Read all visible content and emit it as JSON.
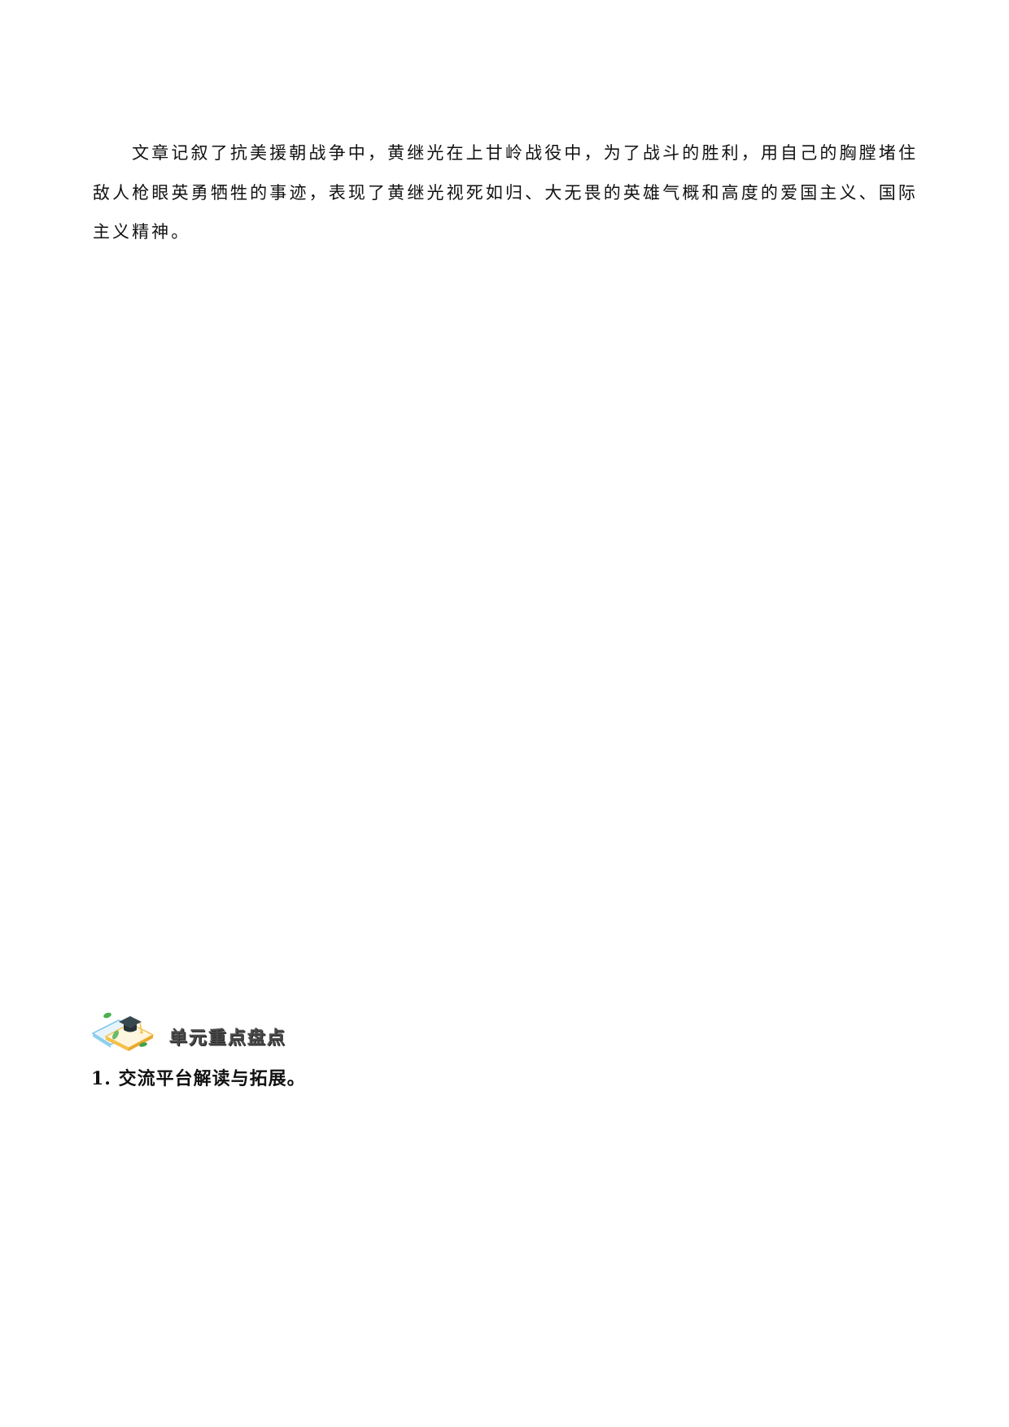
{
  "document": {
    "summary_paragraph": "文章记叙了抗美援朝战争中，黄继光在上甘岭战役中，为了战斗的胜利，用自己的胸膛堵住敌人枪眼英勇牺牲的事迹，表现了黄继光视死如归、大无畏的英雄气概和高度的爱国主义、国际主义精神。",
    "section": {
      "icon": "graduation-cap-book-icon",
      "title": "单元重点盘点"
    },
    "items": [
      {
        "label": "1. 交流平台解读与拓展。"
      }
    ]
  }
}
